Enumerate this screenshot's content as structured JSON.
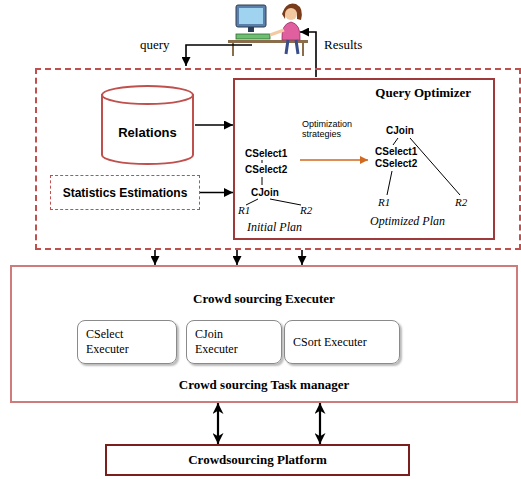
{
  "diagram": {
    "nodes": [
      {
        "text": []
      },
      {
        "text": [
          "Relations"
        ],
        "in": 0
      },
      {
        "text": [
          "Statistics Estimations"
        ],
        "in": 0
      },
      {
        "text": [
          "Query Optimizer"
        ],
        "in": 0
      },
      {
        "text": [
          "Crowd sourcing Executer",
          "Crowd sourcing Task manager"
        ]
      },
      {
        "text": [
          "CSelect Executer"
        ],
        "in": 4
      },
      {
        "text": [
          "CJoin Executer"
        ],
        "in": 4
      },
      {
        "text": [
          "CSort Executer"
        ],
        "in": 4
      },
      {
        "text": [
          "Crowdsourcing Platform"
        ]
      }
    ],
    "edges": [
      {
        "from": 1,
        "to": 3,
        "arrow": "to"
      },
      {
        "from": 2,
        "to": 3,
        "arrow": "to"
      },
      {
        "from": 0,
        "to": 4,
        "arrow": "to"
      },
      {
        "from": 0,
        "to": 4,
        "arrow": "to"
      },
      {
        "from": 0,
        "to": 4,
        "arrow": "to"
      },
      {
        "from": 4,
        "to": 8,
        "arrow": "both"
      },
      {
        "from": 4,
        "to": 8,
        "arrow": "both"
      }
    ],
    "labels": [
      "query",
      "Results",
      "CSelect1",
      "CSelect2",
      "CJoin",
      "R1",
      "R2",
      "Initial Plan",
      "Optimization strategies",
      "CJoin",
      "CSelect1",
      "CSelect2",
      "R1",
      "R2",
      "Optimized Plan"
    ]
  }
}
